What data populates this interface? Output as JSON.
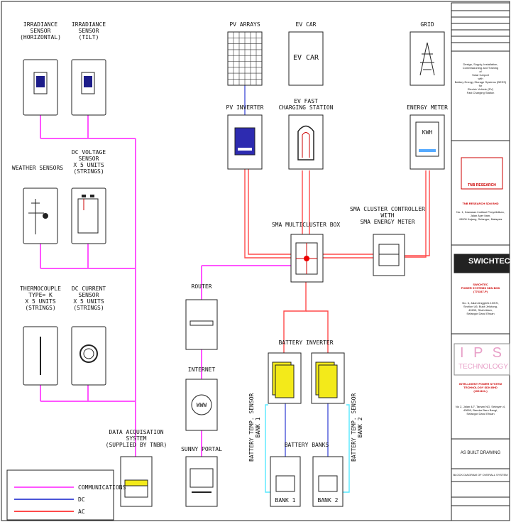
{
  "colors": {
    "communications": "#ff55ff",
    "dc": "#4a55d8",
    "ac": "#ff4a4a",
    "battery_sensor": "#55e8ff",
    "inverter_fill": "#f3ea1a",
    "pv_inverter_fill": "#2d2bb0"
  },
  "labels": {
    "irr_h": "IRRADIANCE\nSENSOR\n(HORIZONTAL)",
    "irr_t": "IRRADIANCE\nSENSOR\n(TILT)",
    "weather": "WEATHER SENSORS",
    "dcv": "DC VOLTAGE\nSENSOR\nX 5 UNITS\n(STRINGS)",
    "thermo": "THERMOCOUPLE\nTYPE= K\nX 5 UNITS\n(STRINGS)",
    "dcc": "DC CURRENT\nSENSOR\nX 5 UNITS\n(STRINGS)",
    "pv_arrays": "PV ARRAYS",
    "ev_car": "EV CAR",
    "ev_car_box": "EV CAR",
    "grid": "GRID",
    "pv_inverter": "PV INVERTER",
    "ev_fast": "EV FAST\nCHARGING STATION",
    "energy_meter": "ENERGY METER",
    "kwh": "KWH",
    "cluster_ctrl": "SMA CLUSTER CONTROLLER\nWITH\nSMA ENERGY METER",
    "multicluster": "SMA MULTICLUSTER BOX",
    "router": "ROUTER",
    "internet": "INTERNET",
    "www": "WWW",
    "sunny_portal": "SUNNY PORTAL",
    "data_acq": "DATA ACQUISATION\nSYSTEM\n(SUPPLIED BY TNBR)",
    "battery_inverter": "BATTERY INVERTER",
    "battery_banks": "BATTERY BANKS",
    "bank1": "BANK 1",
    "bank2": "BANK 2",
    "temp_sensor_1": "BATTERY TEMP. SENSOR\nBANK 1",
    "temp_sensor_2": "BATTERY TEMP. SENSOR\nBANK 2"
  },
  "legend": [
    {
      "label": "COMMUNICATIONS",
      "color": "#ff55ff"
    },
    {
      "label": "DC",
      "color": "#4a55d8"
    },
    {
      "label": "AC",
      "color": "#ff4a4a"
    }
  ],
  "title_block": {
    "project_desc": "Design, Supply, Installation,\nCommissioning and Training\nof\nSolar Carport\nwith\nBattery Energy Storage Systems (BESS)\nfor\nElectric Vehicle (EV)\nFast Charging Station",
    "client_logo": "TNB RESEARCH",
    "client_name": "TNB RESEARCH SDN BHD",
    "client_addr": "No. 1, Kawasan Institusi Penyelidikan,\nJalan Ayer Itam,\n43000 Kajang, Selangor, Malaysia",
    "contractor_logo": "SWICHTEC",
    "contractor_name": "SWICHTEC\nPOWER SYSTEMS SDN BHD\n(776347-P)",
    "contractor_addr": "No. 6, Jalan Anggerik 10/KS,\nSection U6, Bukit Jelutong,\n40150, Shah Alam,\nSelangor Darul Ehsan",
    "consultant_logo_top": "I P S",
    "consultant_logo_bottom": "TECHNOLOGY",
    "consultant_name": "INTELLIGENT POWER SYSTEM\nTECHNOLOGY SDN BHD\n(1061161-)",
    "consultant_addr": "No 2, Jalan 4/7, Taman NG, Seksyen 4,\n43650, Bandar Baru Bangi,\nSelangor Darul Ehsan",
    "drawing_status": "AS BUILT DRAWING",
    "drawing_title": "BLOCK DIAGRAM OF OVERALL SYSTEM"
  }
}
